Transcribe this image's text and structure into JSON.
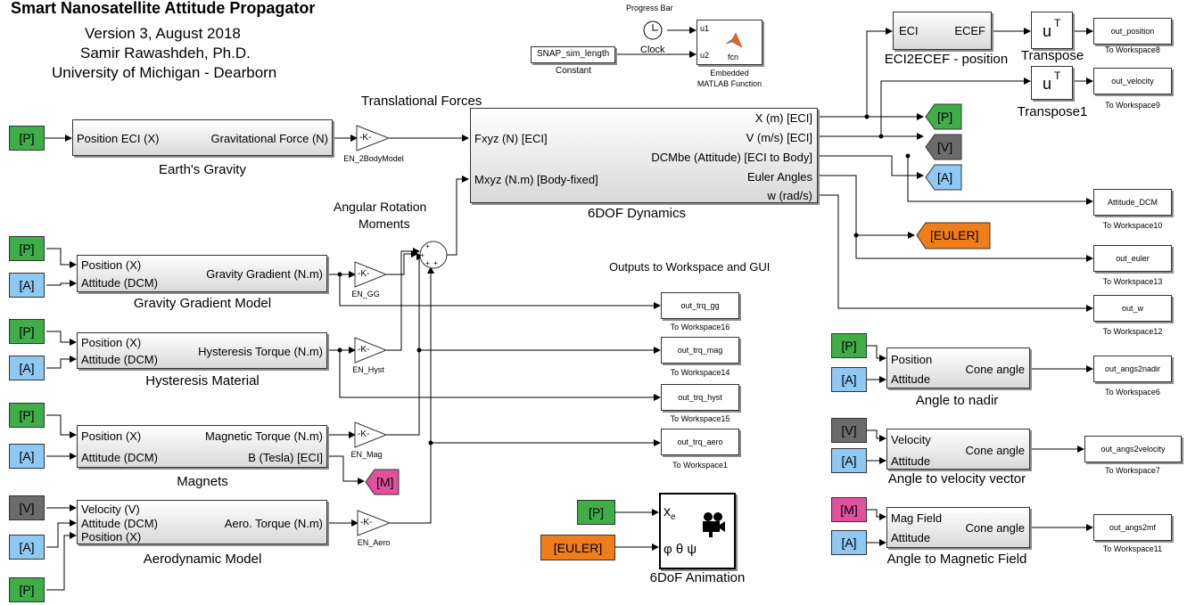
{
  "header": {
    "title": "Smart Nanosatellite Attitude Propagator",
    "version": "Version 3, August 2018",
    "author": "Samir Rawashdeh, Ph.D.",
    "affiliation": "University of Michigan - Dearborn"
  },
  "colors": {
    "P": "#3fae49",
    "A": "#8fc9f2",
    "V": "#6b6b6b",
    "M": "#e0529e",
    "EULER": "#ef7d1a"
  },
  "tags": {
    "P": "[P]",
    "A": "[A]",
    "V": "[V]",
    "M": "[M]",
    "EULER": "[EULER]"
  },
  "labels": {
    "translational": "Translational Forces",
    "angular": "Angular Rotation",
    "moments": "Moments",
    "outputs": "Outputs to Workspace and GUI",
    "progress": "Progress Bar"
  },
  "blocks": {
    "gravity": {
      "in": "Position ECI (X)",
      "out": "Gravitational Force (N)",
      "caption": "Earth's Gravity"
    },
    "gg": {
      "in1": "Position (X)",
      "in2": "Attitude (DCM)",
      "out": "Gravity Gradient (N.m)",
      "caption": "Gravity Gradient Model"
    },
    "hyst": {
      "in1": "Position (X)",
      "in2": "Attitude (DCM)",
      "out": "Hysteresis Torque (N.m)",
      "caption": "Hysteresis Material"
    },
    "mag": {
      "in1": "Position (X)",
      "in2": "Attitude (DCM)",
      "out1": "Magnetic Torque (N.m)",
      "out2": "B (Tesla) [ECI]",
      "caption": "Magnets"
    },
    "aero": {
      "in1": "Velocity  (V)",
      "in2": "Attitude (DCM)",
      "in3": "Position (X)",
      "out": "Aero. Torque (N.m)",
      "caption": "Aerodynamic Model"
    },
    "dyn": {
      "in1": "Fxyz (N)  [ECI]",
      "in2": "Mxyz (N.m) [Body-fixed]",
      "out1": "X (m) [ECI]",
      "out2": "V (m/s) [ECI]",
      "out3": "DCMbe (Attitude) [ECI to Body]",
      "out4": "Euler Angles",
      "out5": "w (rad/s)",
      "caption": "6DOF Dynamics"
    },
    "eci2ecef": {
      "in": "ECI",
      "out": "ECEF",
      "caption": "ECI2ECEF - position"
    },
    "nadir": {
      "in1": "Position",
      "in2": "Attitude",
      "out": "Cone angle",
      "caption": "Angle to nadir"
    },
    "velang": {
      "in1": "Velocity",
      "in2": "Attitude",
      "out": "Cone angle",
      "caption": "Angle to velocity vector"
    },
    "magang": {
      "in1": "Mag Field",
      "in2": "Attitude",
      "out": "Cone angle",
      "caption": "Angle to Magnetic Field"
    },
    "anim": {
      "xe": "x",
      "sub": "e",
      "angles": "φ θ ψ",
      "caption": "6DoF Animation"
    },
    "matlab": {
      "in1": "u1",
      "in2": "u2",
      "fcn": "fcn",
      "caption1": "Embedded",
      "caption2": "MATLAB Function"
    },
    "constant": {
      "value": "SNAP_sim_length",
      "caption": "Constant"
    },
    "clock": {
      "caption": "Clock"
    }
  },
  "gains": {
    "k": "-K-",
    "twobody": "EN_2BodyModel",
    "gg": "EN_GG",
    "hyst": "EN_Hyst",
    "mag": "EN_Mag",
    "aero": "EN_Aero"
  },
  "transpose": {
    "u": "u",
    "t": "T",
    "caption1": "Transpose",
    "caption2": "Transpose1"
  },
  "workspace": {
    "position": {
      "var": "out_position",
      "caption": "To Workspace8"
    },
    "velocity": {
      "var": "out_velocity",
      "caption": "To Workspace9"
    },
    "dcm": {
      "var": "Attitude_DCM",
      "caption": "To Workspace10"
    },
    "euler": {
      "var": "out_euler",
      "caption": "To Workspace13"
    },
    "w": {
      "var": "out_w",
      "caption": "To Workspace12"
    },
    "trq_gg": {
      "var": "out_trq_gg",
      "caption": "To Workspace16"
    },
    "trq_mag": {
      "var": "out_trq_mag",
      "caption": "To Workspace14"
    },
    "trq_hyst": {
      "var": "out_trq_hyst",
      "caption": "To Workspace15"
    },
    "trq_aero": {
      "var": "out_trq_aero",
      "caption": "To Workspace1"
    },
    "nadir": {
      "var": "out_angs2nadir",
      "caption": "To Workspace6"
    },
    "vel": {
      "var": "out_angs2velocity",
      "caption": "To Workspace7"
    },
    "mf": {
      "var": "out_angs2mf",
      "caption": "To Workspace11"
    }
  }
}
